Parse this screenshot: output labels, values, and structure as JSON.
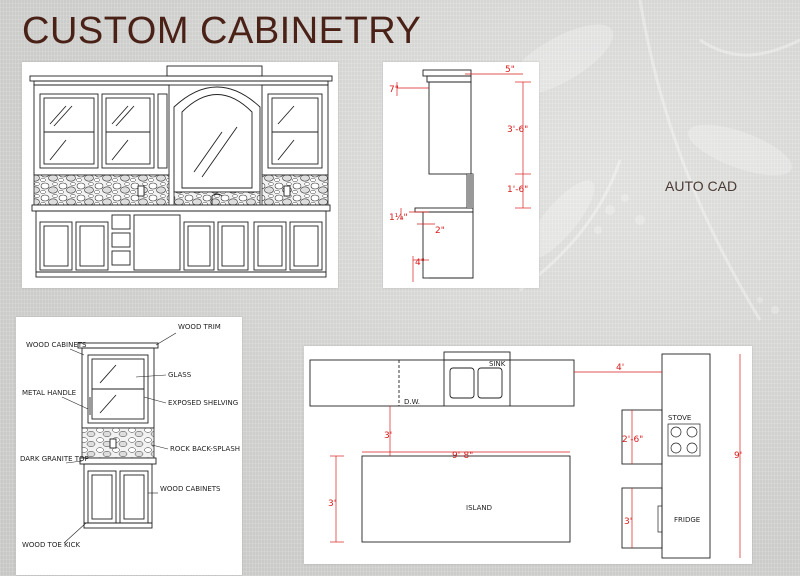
{
  "page": {
    "title": "CUSTOM CABINETRY",
    "side_label": "AUTO CAD"
  },
  "section_view": {
    "dims": [
      "5\"",
      "7\"",
      "3'-6\"",
      "1'-6\"",
      "1¼\"",
      "2\"",
      "4\""
    ]
  },
  "detail_view": {
    "callouts": [
      "WOOD TRIM",
      "WOOD CABINETS",
      "GLASS",
      "METAL HANDLE",
      "EXPOSED SHELVING",
      "ROCK BACK-SPLASH",
      "DARK GRANITE TOP",
      "WOOD CABINETS",
      "WOOD TOE KICK"
    ]
  },
  "floor_plan": {
    "labels": {
      "dw": "D.W.",
      "sink": "SINK",
      "stove": "STOVE",
      "island": "ISLAND",
      "fridge": "FRIDGE"
    },
    "dims": {
      "top_gap": "4'",
      "aisle": "3'",
      "island_len": "9'-8\"",
      "island_depth": "3'",
      "stove_w": "2'-6\"",
      "fridge_w": "3'",
      "right_len": "9'"
    }
  },
  "colors": {
    "title": "#4a2116",
    "dimension_red": "#d81c1c",
    "line": "#222222"
  }
}
